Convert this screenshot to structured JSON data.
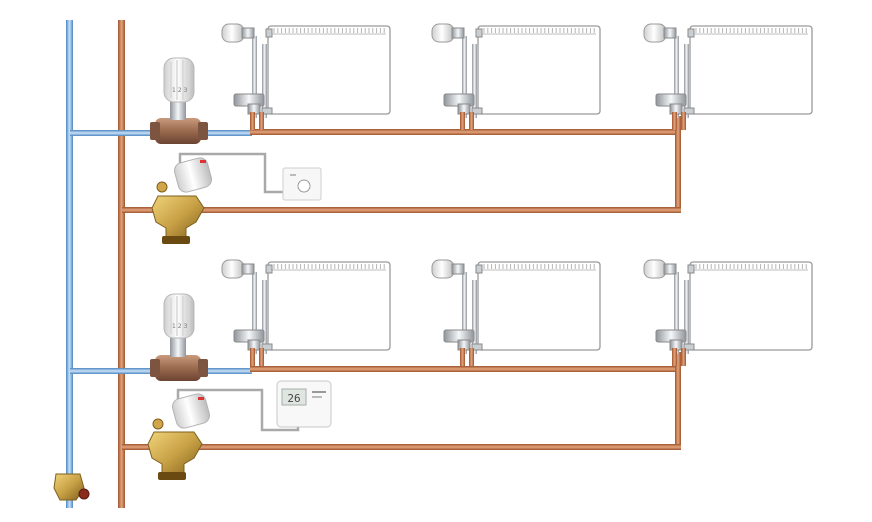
{
  "diagram": {
    "colors": {
      "flow_pipe": "#c9794a",
      "flow_pipe_dark": "#9e5530",
      "return_pipe": "#7fb6e6",
      "return_pipe_dark": "#4f86c0",
      "signal_cable": "#a9a9a9",
      "brass": "#c9a146",
      "brass_dark": "#8a6a22",
      "bronze": "#9a6a4e",
      "radiator": "#ffffff",
      "radiator_edge": "#9a9a9a",
      "chrome": "#d8dce0"
    },
    "floors": [
      {
        "name": "upper-floor",
        "radiators": 3,
        "controller": "room-thermostat",
        "controller_display": ""
      },
      {
        "name": "lower-floor",
        "radiators": 3,
        "controller": "digital-thermostat",
        "controller_display": "26"
      }
    ],
    "components": [
      "flow-riser",
      "return-riser",
      "thermostatic-radiator-valve",
      "balancing-valve",
      "thermal-actuator",
      "drain-valve"
    ]
  }
}
